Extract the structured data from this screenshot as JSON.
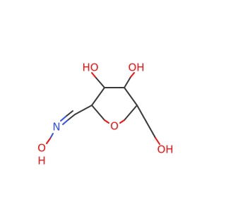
{
  "molecule": {
    "colors": {
      "bond": "#3a3a3a",
      "oxygen": "#ff0d0d",
      "nitrogen": "#3050f8",
      "background": "#ffffff"
    },
    "atoms": {
      "ring_oxygen": "O",
      "oxime_nitrogen": "N",
      "oxime_o": "O",
      "oxime_h": "H",
      "c3_hydroxyl": "HO",
      "c4_hydroxyl": "OH",
      "ch2_hydroxyl": "OH"
    }
  }
}
